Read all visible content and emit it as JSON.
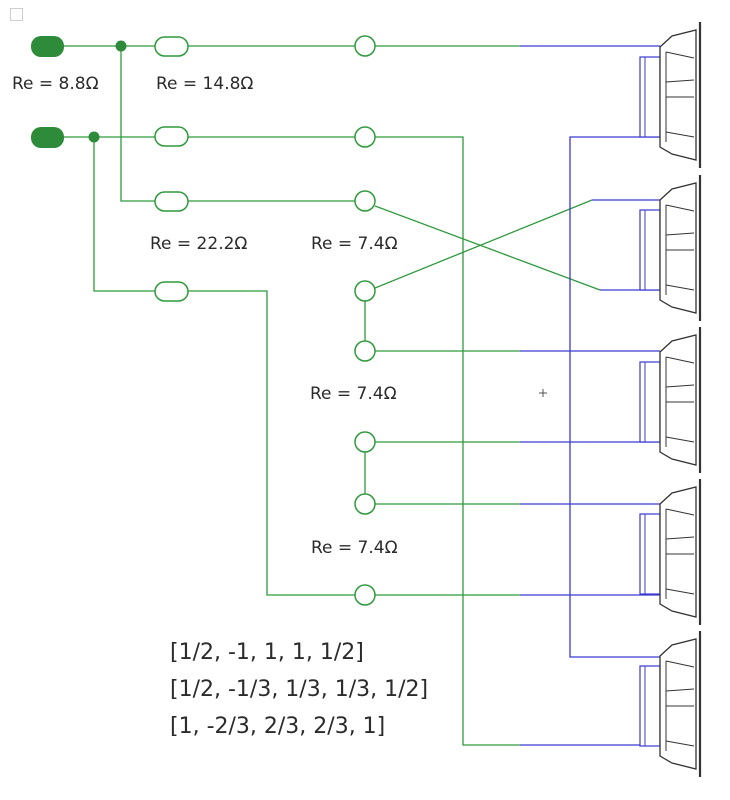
{
  "labels": {
    "re_88": "Re = 8.8Ω",
    "re_148": "Re = 14.8Ω",
    "re_222": "Re = 22.2Ω",
    "re_74_a": "Re = 7.4Ω",
    "re_74_b": "Re = 7.4Ω",
    "re_74_c": "Re = 7.4Ω"
  },
  "coefficients": [
    "[1/2, -1, 1, 1, 1/2]",
    "[1/2, -1/3, 1/3, 1/3, 1/2]",
    "[1, -2/3, 2/3, 2/3, 1]"
  ],
  "colors": {
    "wire_green": "#2e9a3c",
    "wire_blue": "#3a3ad0",
    "terminal_fill": "#2e8b3a",
    "speaker_outline": "#333333",
    "speaker_voicecoil": "#3a3ad0"
  },
  "icons": [
    "speaker-icon",
    "terminal-icon",
    "node-dot-icon",
    "resistor-icon",
    "connector-circle-icon"
  ]
}
